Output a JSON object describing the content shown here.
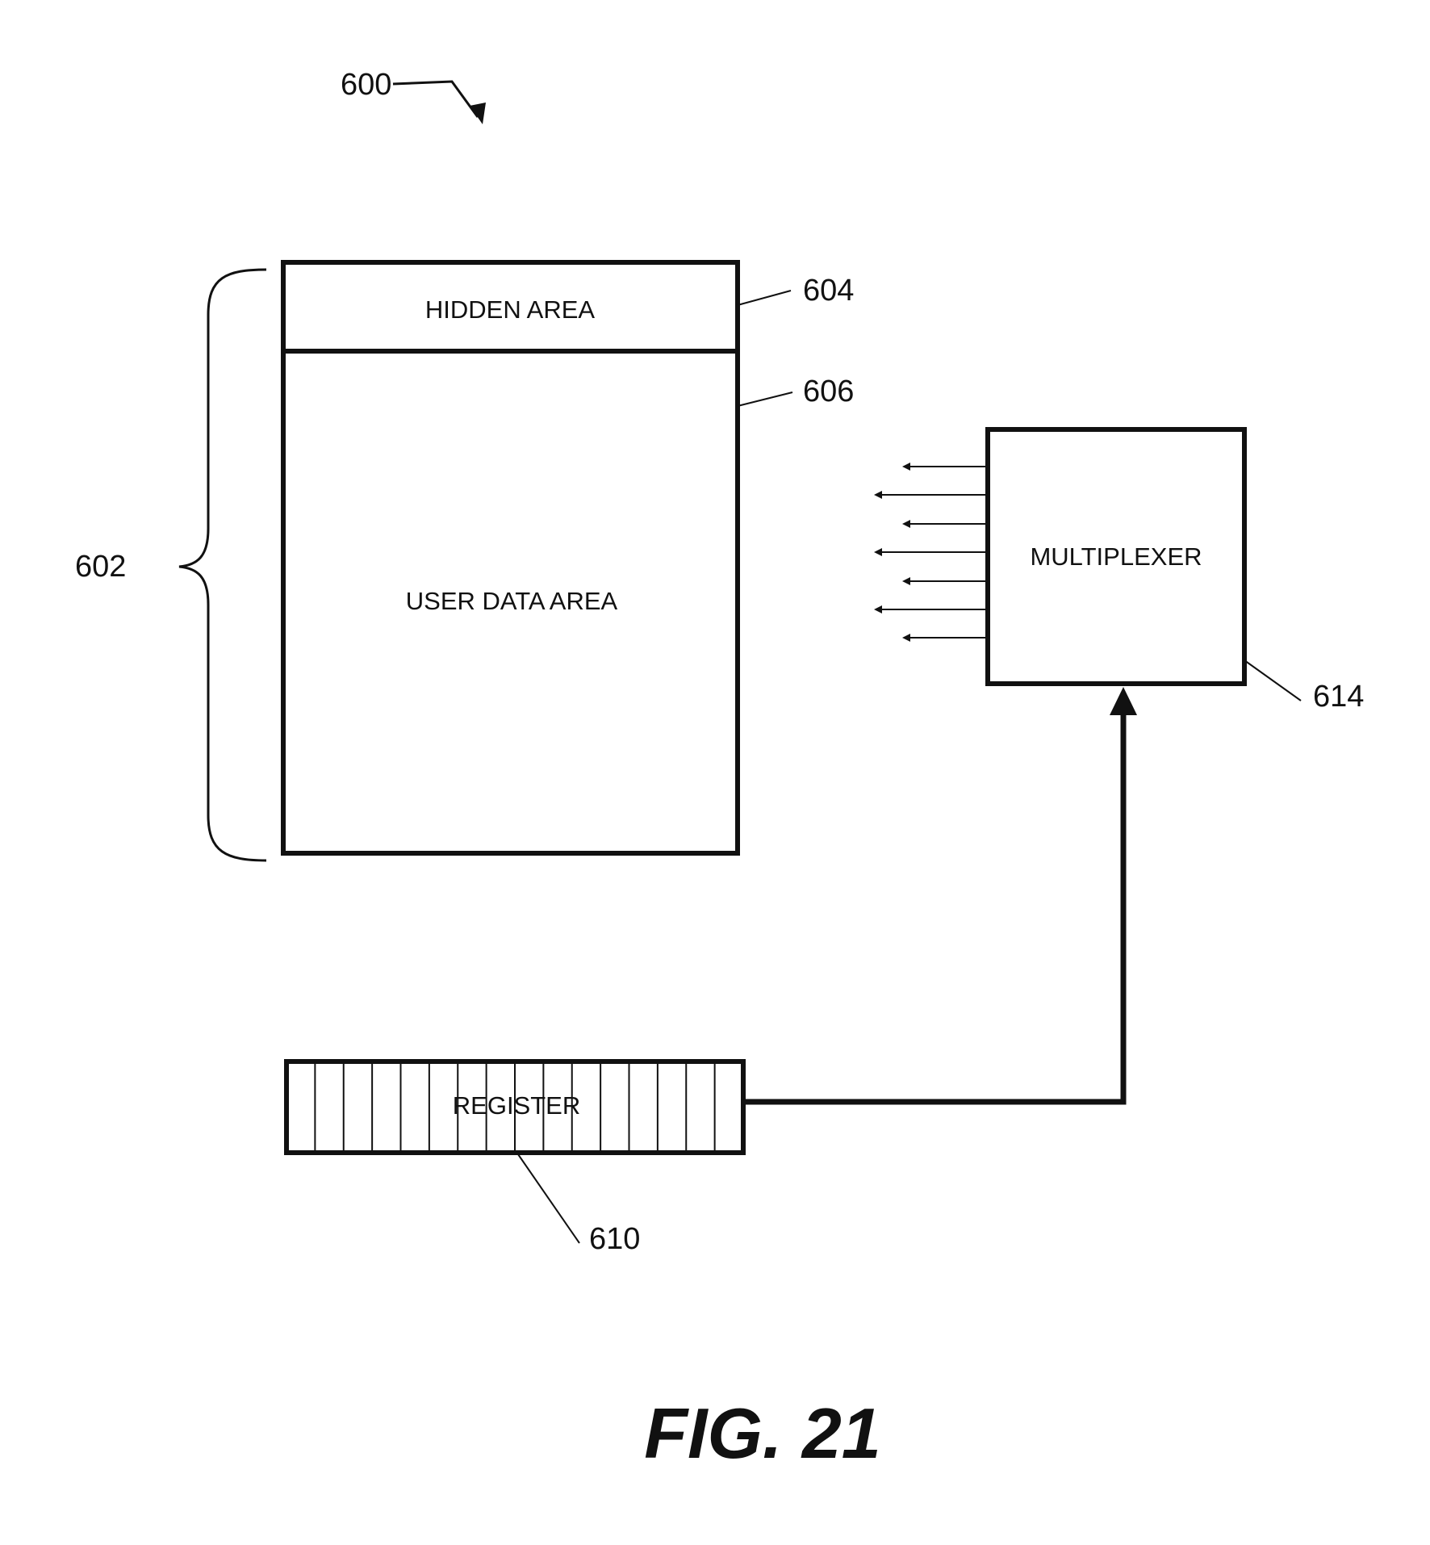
{
  "figure": {
    "caption": "FIG. 21",
    "reference": "600"
  },
  "memory": {
    "bracket_ref": "602",
    "hidden_area": {
      "label": "HIDDEN AREA",
      "ref": "604"
    },
    "user_data_area": {
      "label": "USER DATA AREA",
      "ref": "606"
    }
  },
  "register": {
    "label": "REGISTER",
    "ref": "610",
    "cells": 16
  },
  "multiplexer": {
    "label": "MULTIPLEXER",
    "ref": "614",
    "outputs": 7
  },
  "colors": {
    "ink": "#111111",
    "paper": "#ffffff"
  }
}
